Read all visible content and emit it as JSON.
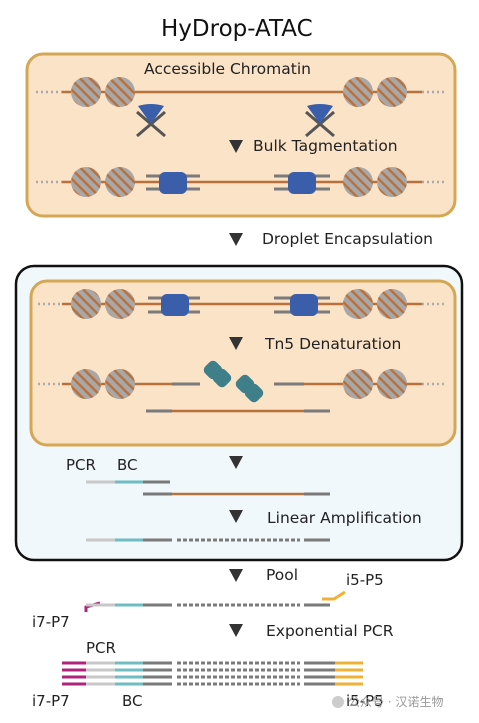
{
  "title": "HyDrop-ATAC",
  "steps": {
    "accessible_chromatin": "Accessible Chromatin",
    "bulk_tagmentation": "Bulk Tagmentation",
    "droplet_encapsulation": "Droplet Encapsulation",
    "tn5_denaturation": "Tn5 Denaturation",
    "linear_amplification": "Linear Amplification",
    "pool": "Pool",
    "exponential_pcr": "Exponential PCR"
  },
  "labels": {
    "pcr": "PCR",
    "bc": "BC",
    "i5_p5": "i5-P5",
    "i7_p7": "i7-P7"
  },
  "watermark": "公众号 · 汉诺生物",
  "colors": {
    "tan_fill": "#fbe3c8",
    "tan_border": "#d4a754",
    "droplet_fill": "#f0f8fb",
    "dna": "#b8703d",
    "nucleosome": "#a8a8a8",
    "tn5_blue": "#3a5eaa",
    "tn5_teal": "#3f7f8a",
    "adapter_gray": "#7a7a7a",
    "pcr_gray": "#c8c8c8",
    "barcode_teal": "#6dbdc3",
    "p7_magenta": "#b0237a",
    "p5_orange": "#efb237"
  }
}
